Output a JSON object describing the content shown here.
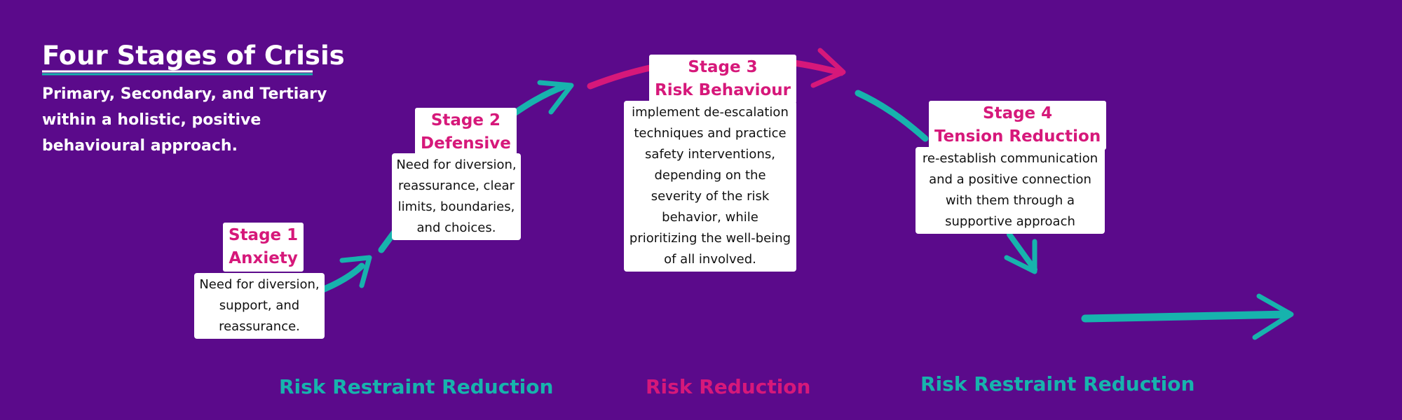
{
  "title": "Four Stages of Crisis",
  "subtitle": "Primary, Secondary, and Tertiary within a holistic, positive behavioural approach.",
  "stages": [
    {
      "number_label": "Stage 1",
      "name": "Anxiety",
      "description": "Need for diversion, support, and reassurance."
    },
    {
      "number_label": "Stage 2",
      "name": "Defensive",
      "description": "Need for diversion, reassurance, clear limits, boundaries, and choices."
    },
    {
      "number_label": "Stage 3",
      "name": "Risk Behaviour",
      "description": "implement de-escalation techniques and practice safety interventions, depending on the severity of the risk behavior, while prioritizing the well-being of all involved."
    },
    {
      "number_label": "Stage 4",
      "name": "Tension Reduction",
      "description": "re-establish communication and a positive connection with them through a supportive approach"
    }
  ],
  "bottom_labels": [
    "Risk Restraint Reduction",
    "Risk Reduction",
    "Risk Restraint Reduction"
  ],
  "colors": {
    "background": "#5b0a8b",
    "teal": "#17b3ad",
    "magenta": "#d6187a",
    "white": "#ffffff"
  }
}
